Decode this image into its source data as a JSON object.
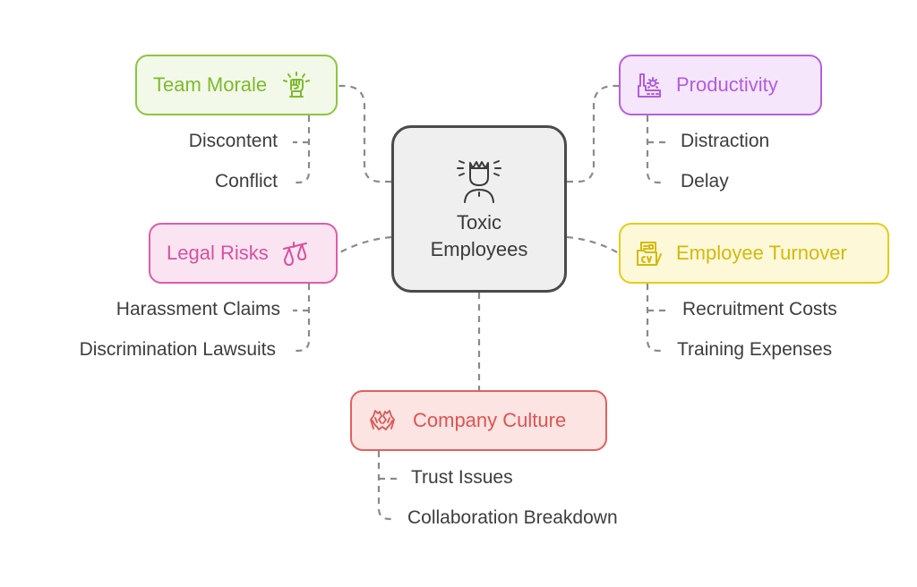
{
  "center": {
    "title_line1": "Toxic",
    "title_line2": "Employees",
    "icon": "toxic-person-icon"
  },
  "branches": {
    "team_morale": {
      "label": "Team Morale",
      "icon": "raised-fist-icon",
      "color": "#8cc63f",
      "children": [
        "Discontent",
        "Conflict"
      ]
    },
    "productivity": {
      "label": "Productivity",
      "icon": "factory-gear-icon",
      "color": "#b85fe0",
      "children": [
        "Distraction",
        "Delay"
      ]
    },
    "legal_risks": {
      "label": "Legal Risks",
      "icon": "scales-icon",
      "color": "#df5ca9",
      "children": [
        "Harassment Claims",
        "Discrimination Lawsuits"
      ]
    },
    "employee_turnover": {
      "label": "Employee Turnover",
      "icon": "cv-folder-icon",
      "color": "#e6cc1a",
      "children": [
        "Recruitment Costs",
        "Training Expenses"
      ]
    },
    "company_culture": {
      "label": "Company Culture",
      "icon": "broken-hands-icon",
      "color": "#e3605e",
      "children": [
        "Trust Issues",
        "Collaboration Breakdown"
      ]
    }
  }
}
